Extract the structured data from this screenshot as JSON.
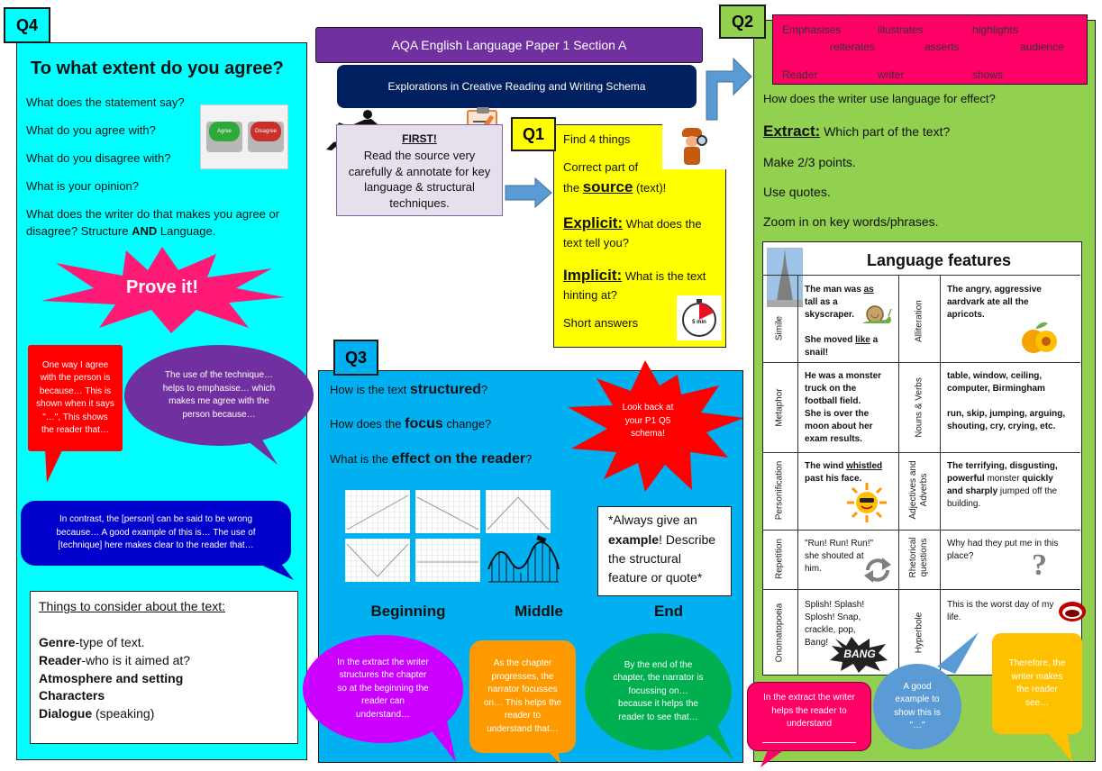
{
  "header": {
    "title": "AQA English Language Paper 1 Section A",
    "subtitle": "Explorations in Creative Reading and Writing Schema"
  },
  "q4": {
    "label": "Q4",
    "heading": "To what extent do you agree?",
    "lines": [
      "What does the statement say?",
      "What do you agree with?",
      "What do you disagree with?",
      "What is your opinion?"
    ],
    "writer_line1": "What does the writer do that makes you agree or",
    "writer_line2a": "disagree? Structure ",
    "writer_line2b": "AND",
    "writer_line2c": " Language.",
    "agree_btn": "Agree",
    "disagree_btn": "Disagree",
    "prove": "Prove it!",
    "red_box": "One way I agree with the person is because… This is shown when it says \"…\", This shows the reader that…",
    "purple_bubble": "The use of the technique…helps to emphasise… which makes me agree with the person because…",
    "blue_bubble": "In contrast, the [person] can be said to be wrong because… A good example of this is… The use of [technique] here makes clear to the reader that…",
    "consider_title": "Things to consider about the text:",
    "consider": [
      {
        "b": "Genre",
        "r": "-type of text."
      },
      {
        "b": "Reader",
        "r": "-who is it aimed at?"
      },
      {
        "b": "Atmosphere and setting",
        "r": ""
      },
      {
        "b": "Characters",
        "r": ""
      },
      {
        "b": "Dialogue",
        "r": " (speaking)"
      }
    ]
  },
  "first": {
    "label": "FIRST!",
    "text": "Read the source very carefully & annotate for key language & structural techniques."
  },
  "q1": {
    "label": "Q1",
    "find": "Find 4 things",
    "correct": "Correct part of",
    "the": "the ",
    "source": "source",
    "text_paren": " (text)!",
    "explicit": "Explicit:",
    "explicit_q": " What does the",
    "explicit_q2": "text tell you?",
    "implicit": "Implicit:",
    "implicit_q": " What is the text",
    "implicit_q2": "hinting at?",
    "short": "Short answers",
    "timer": "5 min"
  },
  "q3": {
    "label": "Q3",
    "l1a": "How is the text ",
    "l1b": "structured",
    "l1c": "?",
    "l2a": "How does the ",
    "l2b": "focus",
    "l2c": " change?",
    "l3a": "What is the ",
    "l3b": "effect on the reader",
    "l3c": "?",
    "starburst": "Look back at your P1 Q5 schema!",
    "always1": "*Always give an",
    "always2a": "example",
    "always2b": "! Describe",
    "always3": "the structural",
    "always4": "feature or quote*",
    "beginning": "Beginning",
    "middle": "Middle",
    "end": "End",
    "bubble_begin": "In the extract the writer structures the chapter so at the beginning the reader can understand…",
    "bubble_middle": "As the chapter progresses, the narrator focusses on… This helps the reader to understand that…",
    "bubble_end": "By the end of the chapter, the narrator is focussing on… because it helps the reader to see that…"
  },
  "q2": {
    "label": "Q2",
    "words": [
      "Emphasises",
      "illustrates",
      "highlights",
      "reiterates",
      "asserts",
      "audience",
      "Reader",
      "writer",
      "shows"
    ],
    "how": "How does the writer use language for effect?",
    "extract": "Extract:",
    "extract_q": " Which part of the text?",
    "points": "Make 2/3 points.",
    "quotes": "Use quotes.",
    "zoom": "Zoom in on key words/phrases.",
    "lang_title": "Language features",
    "bubble_pink": "In the extract the writer helps the reader to understand",
    "bubble_blue": "A good example to show this is \"…\"",
    "bubble_orange": "Therefore, the writer makes the reader see…"
  },
  "features": {
    "simile": "Simile",
    "simile_ex1a": "The man was ",
    "simile_ex1b": "as",
    "simile_ex2": "tall as a",
    "simile_ex3": "skyscraper.",
    "simile_ex4a": "She moved ",
    "simile_ex4b": "like",
    "simile_ex4c": " a",
    "simile_ex5": "snail!",
    "alliteration": "Alliteration",
    "allit_ex1": "The angry, aggressive",
    "allit_ex2": "aardvark ate all the",
    "allit_ex3": "apricots.",
    "metaphor": "Metaphor",
    "meta_ex1": "He was a monster",
    "meta_ex2": "truck on the",
    "meta_ex3": "football field.",
    "meta_ex4": "She is over the",
    "meta_ex5": "moon about her",
    "meta_ex6": "exam results.",
    "nouns": "Nouns & Verbs",
    "nouns_ex1": "table, window, ceiling,",
    "nouns_ex2": "computer, Birmingham",
    "nouns_ex3": "run, skip, jumping, arguing,",
    "nouns_ex4": "shouting, cry, crying, etc.",
    "personification": "Personification",
    "pers_ex1a": "The wind ",
    "pers_ex1b": "whistled",
    "pers_ex2": "past his face.",
    "adjectives": "Adjectives and",
    "adverbs": "Adverbs",
    "adj_ex1": "The terrifying, disgusting,",
    "adj_ex2a": "powerful",
    "adj_ex2b": " monster ",
    "adj_ex2c": "quickly",
    "adj_ex3a": "and sharply",
    "adj_ex3b": " jumped off the",
    "adj_ex4": "building.",
    "repetition": "Repetition",
    "rep_ex1": "\"Run! Run! Run!\"",
    "rep_ex2": "she shouted at",
    "rep_ex3": "him.",
    "rhetorical": "Rhetorical",
    "questions": "questions",
    "rhet_ex1": "Why had they put me in this",
    "rhet_ex2": "place?",
    "onomatopoeia": "Onomatopoeia",
    "ono_ex1": "Splish! Splash!",
    "ono_ex2": "Splosh! Snap,",
    "ono_ex3": "crackle, pop,",
    "ono_ex4": "Bang!",
    "bang": "BANG",
    "hyperbole": "Hyperbole",
    "hyp_ex1": "This is the worst day of my",
    "hyp_ex2": "life."
  },
  "colors": {
    "cyan": "#00ffff",
    "green": "#92d050",
    "yellow": "#ffff00",
    "blue": "#00b0f0",
    "pink": "#ff0066",
    "purple_banner": "#7030a0",
    "navy_banner": "#002060"
  }
}
